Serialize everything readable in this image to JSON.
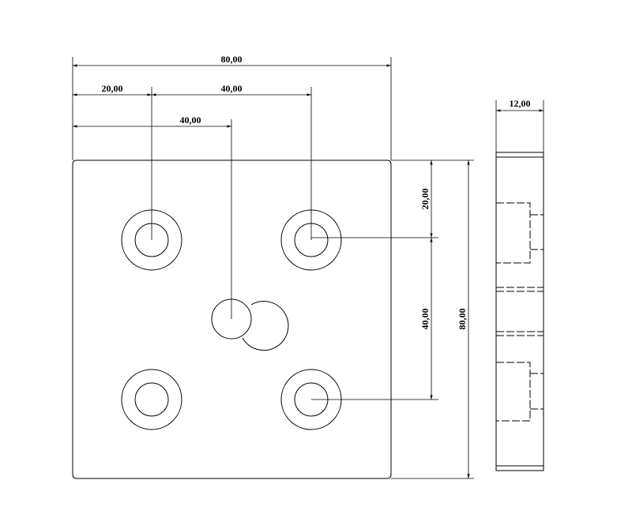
{
  "drawing": {
    "line_color": "#000000",
    "background": "#ffffff",
    "front_view": {
      "dim_width_total": "80,00",
      "dim_hole_x_first": "20,00",
      "dim_hole_x_spacing": "40,00",
      "dim_center_x": "40,00",
      "dim_top_to_hole": "20,00",
      "dim_hole_y_spacing": "40,00",
      "dim_height_total": "80,00"
    },
    "side_view": {
      "dim_thickness": "12,00"
    }
  }
}
